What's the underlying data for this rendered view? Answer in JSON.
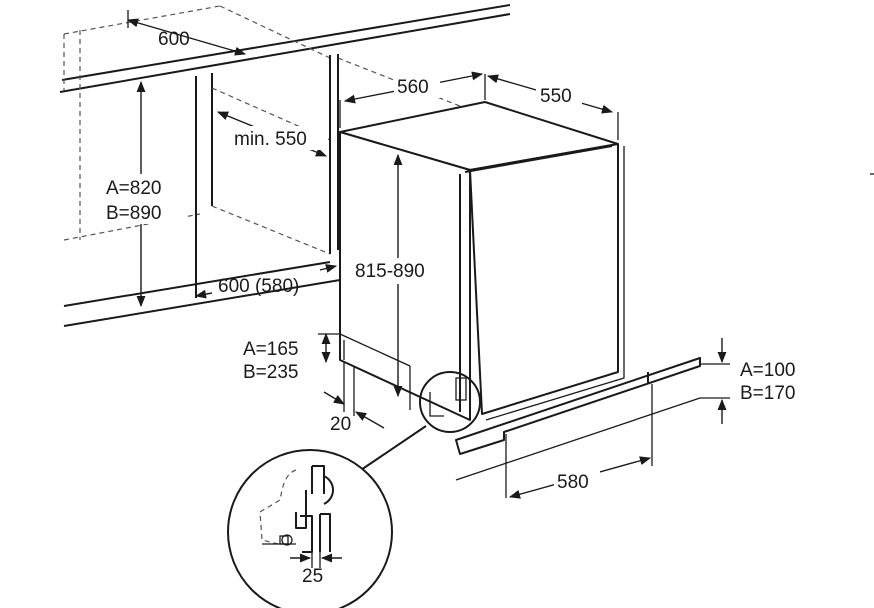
{
  "labels": {
    "niche_width": "600",
    "appliance_width": "560",
    "appliance_depth": "550",
    "niche_min_depth": "min. 550",
    "niche_height_a": "A=820",
    "niche_height_b": "B=890",
    "appliance_height": "815-890",
    "niche_depth_bottom": "600 (580)",
    "foot_height_a": "A=165",
    "foot_height_b": "B=235",
    "foot_offset": "20",
    "plinth_height_a": "A=100",
    "plinth_height_b": "B=170",
    "plinth_width": "580",
    "detail_gap": "25"
  }
}
